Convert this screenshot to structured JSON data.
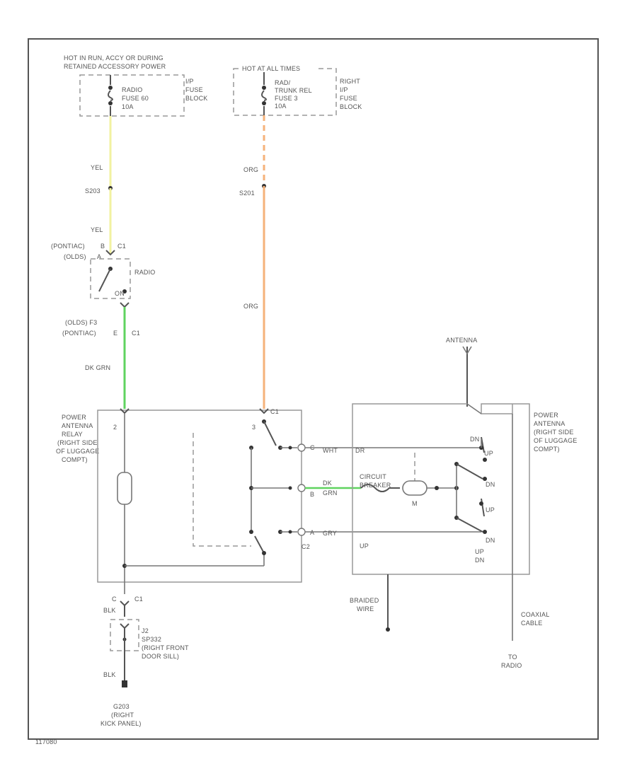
{
  "fuse_block_left": {
    "header_line1": "HOT IN RUN, ACCY OR DURING",
    "header_line2": "RETAINED ACCESSORY POWER",
    "fuse_line1": "RADIO",
    "fuse_line2": "FUSE 60",
    "fuse_line3": "10A",
    "block_line1": "I/P",
    "block_line2": "FUSE",
    "block_line3": "BLOCK"
  },
  "fuse_block_right": {
    "header": "HOT AT ALL TIMES",
    "fuse_line1": "RAD/",
    "fuse_line2": "TRUNK REL",
    "fuse_line3": "FUSE 3",
    "fuse_line4": "10A",
    "block_line1": "RIGHT",
    "block_line2": "I/P",
    "block_line3": "FUSE",
    "block_line4": "BLOCK"
  },
  "left_wire": {
    "color_label_1": "YEL",
    "splice": "S203",
    "color_label_2": "YEL",
    "pontiac_label": "(PONTIAC)",
    "pontiac_pin": "B",
    "oldsmobile_label": "(OLDS)",
    "oldsmobile_pin": "A",
    "connector": "C1",
    "radio_label": "RADIO",
    "on_label": "ON",
    "olds_pin2": "(OLDS) F3",
    "pontiac_label2": "(PONTIAC)",
    "pontiac_pin2": "E",
    "connector2": "C1",
    "wire_color_3": "DK GRN"
  },
  "right_wire": {
    "color_label_1": "ORG",
    "splice": "S201",
    "color_label_2": "ORG"
  },
  "relay": {
    "title_line1": "POWER",
    "title_line2": "ANTENNA",
    "title_line3": "RELAY",
    "title_line4": "(RIGHT SIDE",
    "title_line5": "OF LUGGAGE",
    "title_line6": "COMPT)",
    "pin_left_top": "2",
    "pin_right_top": "3",
    "connector_top": "C1",
    "pin_c": "C",
    "pin_a": "A",
    "pin_b": "B",
    "connector_bottom_right": "C2",
    "pin_bottom": "C",
    "connector_bottom": "C1"
  },
  "middle_wires": {
    "wire1": "WHT",
    "wire1_end": "DR",
    "wire2_line1": "DK",
    "wire2_line2": "GRN",
    "wire3": "GRY"
  },
  "motor": {
    "title_line1": "POWER",
    "title_line2": "ANTENNA",
    "title_line3": "(RIGHT SIDE",
    "title_line4": "OF LUGGAGE",
    "title_line5": "COMPT)",
    "antenna_label": "ANTENNA",
    "circuit_breaker_1": "CIRCUIT",
    "circuit_breaker_2": "BREAKER",
    "motor_label": "M",
    "switch_dn_1": "DN",
    "switch_up_1": "UP",
    "switch_dn_2": "DN",
    "switch_up_2": "UP",
    "switch_dn_3": "DN",
    "up_label": "UP",
    "up_dn_1": "UP",
    "up_dn_2": "DN",
    "braided_line1": "BRAIDED",
    "braided_line2": "WIRE",
    "coaxial_line1": "COAXIAL",
    "coaxial_line2": "CABLE",
    "to_line1": "TO",
    "to_line2": "RADIO"
  },
  "ground": {
    "wire_color_1": "BLK",
    "connector_label_1": "J2",
    "connector_label_2": "SP332",
    "location_line1": "(RIGHT FRONT",
    "location_line2": "DOOR SILL)",
    "wire_color_2": "BLK",
    "ground_id": "G203",
    "ground_loc1": "(RIGHT",
    "ground_loc2": "KICK PANEL)"
  },
  "footer_code": "117080",
  "wire_colors": {
    "yellow": "#f2f2a0",
    "orange": "#f5b27a",
    "green": "#5fd35f"
  }
}
